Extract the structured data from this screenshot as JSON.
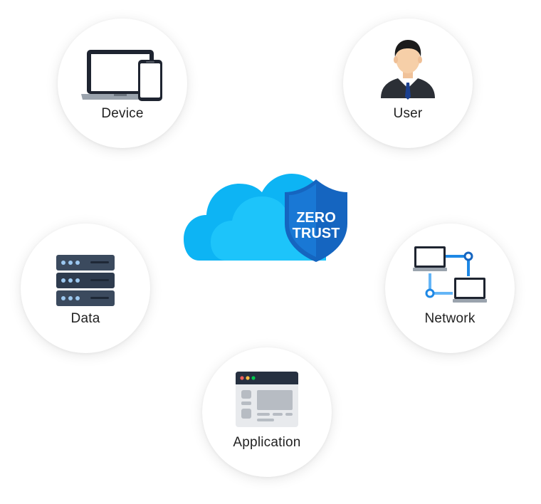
{
  "center": {
    "badge_line1": "ZERO",
    "badge_line2": "TRUST"
  },
  "nodes": {
    "device": {
      "label": "Device",
      "icon": "laptop-phone-icon"
    },
    "user": {
      "label": "User",
      "icon": "businessman-icon"
    },
    "data": {
      "label": "Data",
      "icon": "server-stack-icon"
    },
    "network": {
      "label": "Network",
      "icon": "network-computers-icon"
    },
    "application": {
      "label": "Application",
      "icon": "app-window-icon"
    }
  },
  "colors": {
    "cloud_light": "#06c8fb",
    "cloud_mid": "#0db4f4",
    "shield": "#1565c0",
    "shield_light": "#1e88e5",
    "server": "#2e3b4e",
    "network_line": "#1e88e5"
  }
}
